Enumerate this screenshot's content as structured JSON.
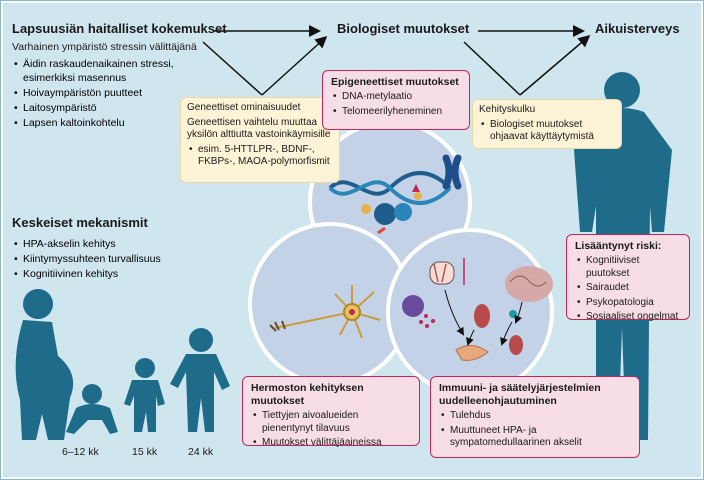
{
  "top": {
    "left_title": "Lapsuusiän haitalliset kokemukset",
    "left_subtitle": "Varhainen ympäristö stressin välittäjänä",
    "left_items": [
      "Äidin raskaudenaikainen stressi, esimerkiksi masennus",
      "Hoivaympäristön puutteet",
      "Laitosympäristö",
      "Lapsen kaltoinkohtelu"
    ],
    "center_title": "Biologiset muutokset",
    "right_title": "Aikuisterveys"
  },
  "genetic": {
    "title": "Geneettiset ominaisuudet",
    "text": "Geneettisen vaihtelu muuttaa yksilön alttiutta vastoinkäymisille",
    "items": [
      "esim. 5-HTTLPR-, BDNF-, FKBPs-, MAOA-polymorfismit"
    ]
  },
  "epigenetic": {
    "title": "Epigeneettiset muutokset",
    "items": [
      "DNA-metylaatio",
      "Telomeerilyheneminen"
    ]
  },
  "development": {
    "title": "Kehityskulku",
    "items": [
      "Biologiset muutokset ohjaavat käyttäytymistä"
    ]
  },
  "mechanisms": {
    "title": "Keskeiset mekanismit",
    "items": [
      "HPA-akselin kehitys",
      "Kiintymyssuhteen turvallisuus",
      "Kognitiivinen kehitys"
    ]
  },
  "risk": {
    "title": "Lisääntynyt riski:",
    "items": [
      "Kognitiiviset puutokset",
      "Sairaudet",
      "Psykopatologia",
      "Sosiaaliset ongelmat"
    ]
  },
  "neuro": {
    "title": "Hermoston kehityksen muutokset",
    "items": [
      "Tiettyjen aivoalueiden pienentynyt tilavuus",
      "Muutokset välittäjäaineissa"
    ]
  },
  "immune": {
    "title": "Immuuni- ja säätelyjärjestelmien uudelleenohjautuminen",
    "items": [
      "Tulehdus",
      "Muuttuneet HPA- ja sympatomedullaarinen akselit"
    ]
  },
  "ages": [
    "6–12 kk",
    "15 kk",
    "24 kk"
  ],
  "colors": {
    "panel": "#cfe6ee",
    "pink": "#f6dde6",
    "pink_border": "#c2255c",
    "cream": "#fdf3d6",
    "silhouette": "#1f6b8a",
    "circle": "#c4d2e8"
  }
}
